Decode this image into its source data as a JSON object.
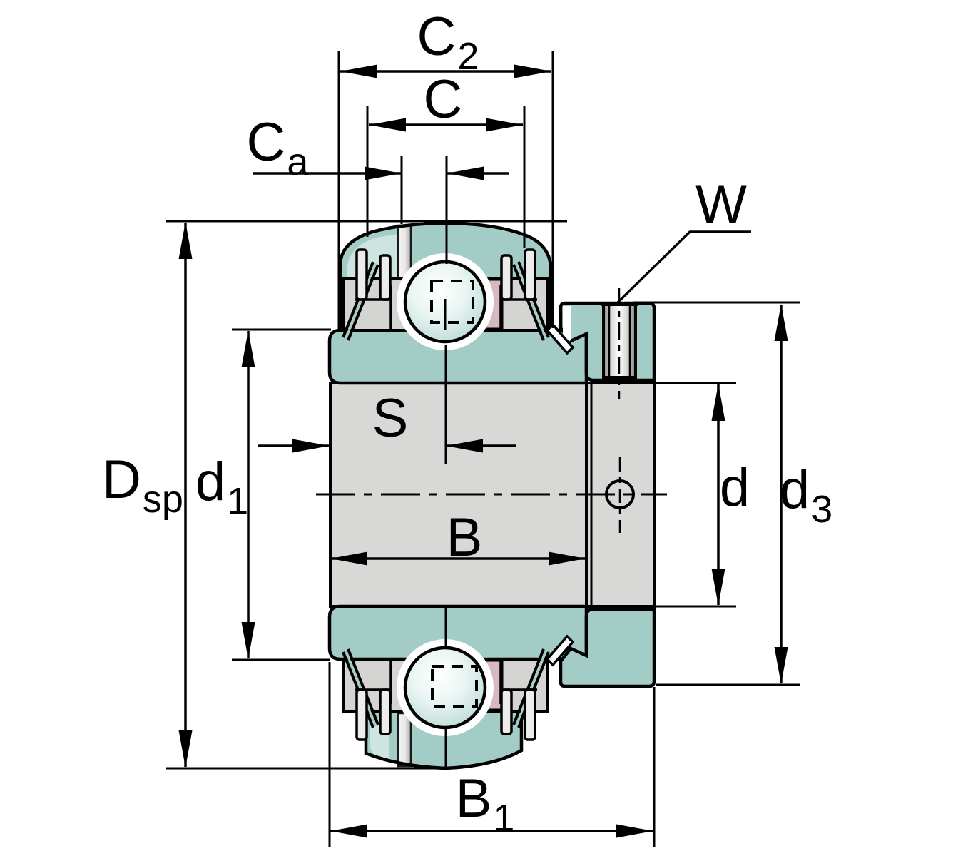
{
  "figure": {
    "title": "Radial insert ball bearing with eccentric locking collar - dimensioned cross-section",
    "type": "technical-drawing",
    "colors": {
      "outline": "#000000",
      "ring_teal": "#a4ccc7",
      "ring_teal_light": "#cde4e0",
      "metal_gray": "#d8d8d6",
      "seal_gray": "#d4d4d2",
      "cage_pink": "#d6bac0",
      "ball_center": "#f4faf9",
      "ball_edge": "#b7d8d3",
      "background": "#ffffff"
    },
    "labels": {
      "c2": {
        "main": "C",
        "sub": "2"
      },
      "c": {
        "main": "C",
        "sub": ""
      },
      "ca": {
        "main": "C",
        "sub": "a"
      },
      "w": {
        "main": "W",
        "sub": ""
      },
      "dsp": {
        "main": "D",
        "sub": "sp"
      },
      "d1": {
        "main": "d",
        "sub": "1"
      },
      "s": {
        "main": "S",
        "sub": ""
      },
      "b": {
        "main": "B",
        "sub": ""
      },
      "d": {
        "main": "d",
        "sub": ""
      },
      "d3": {
        "main": "d",
        "sub": "3"
      },
      "b1": {
        "main": "B",
        "sub": "1"
      }
    }
  }
}
